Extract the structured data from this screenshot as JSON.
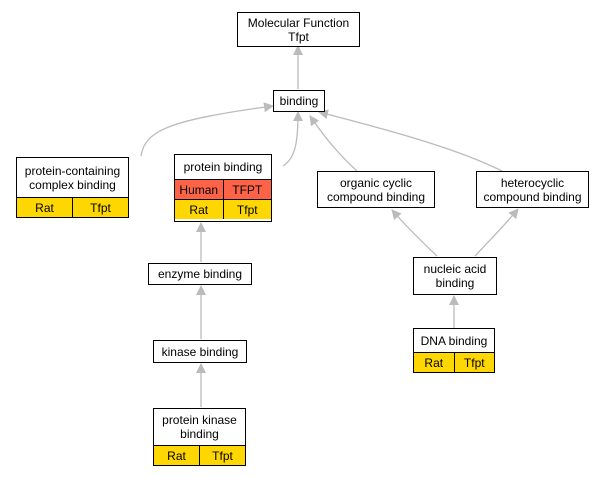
{
  "colors": {
    "edge": "#bbbbbb",
    "species_fill": "#ffd700",
    "human_fill": "#ff6347"
  },
  "nodes": {
    "root": {
      "title": "Molecular Function\nTfpt"
    },
    "binding": {
      "title": "binding"
    },
    "pccb": {
      "title": "protein-containing\ncomplex binding",
      "annotations": [
        [
          "Rat",
          "Tfpt"
        ]
      ]
    },
    "pb": {
      "title": "protein binding",
      "annotations": [
        [
          "Human",
          "TFPT"
        ],
        [
          "Rat",
          "Tfpt"
        ]
      ]
    },
    "occb": {
      "title": "organic cyclic\ncompound binding"
    },
    "hcb": {
      "title": "heterocyclic\ncompound binding"
    },
    "eb": {
      "title": "enzyme binding"
    },
    "nab": {
      "title": "nucleic acid\nbinding"
    },
    "kb": {
      "title": "kinase binding"
    },
    "dnab": {
      "title": "DNA binding",
      "annotations": [
        [
          "Rat",
          "Tfpt"
        ]
      ]
    },
    "pkb": {
      "title": "protein kinase\nbinding",
      "annotations": [
        [
          "Rat",
          "Tfpt"
        ]
      ]
    }
  }
}
